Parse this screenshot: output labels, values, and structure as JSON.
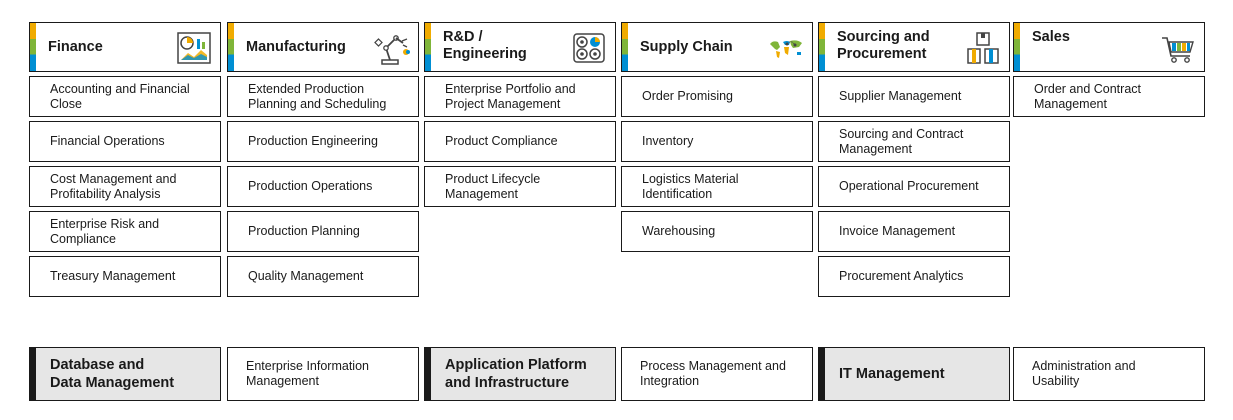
{
  "columns": [
    {
      "title": "Finance",
      "icon": "analytics-dashboard-icon",
      "items": [
        "Accounting and Financial\nClose",
        "Financial Operations",
        "Cost Management and\nProfitability Analysis",
        "Enterprise Risk and\nCompliance",
        "Treasury  Management"
      ]
    },
    {
      "title": "Manufacturing",
      "icon": "robot-arm-icon",
      "items": [
        "Extended Production\nPlanning and Scheduling",
        "Production Engineering",
        "Production Operations",
        "Production Planning",
        "Quality Management"
      ]
    },
    {
      "title": "R&D /\nEngineering",
      "icon": "gears-icon",
      "items": [
        "Enterprise Portfolio and\nProject Management",
        "Product Compliance",
        "Product Lifecycle\nManagement"
      ]
    },
    {
      "title": "Supply Chain",
      "icon": "world-map-icon",
      "items": [
        "Order Promising",
        "Inventory",
        "Logistics Material\nIdentification",
        "Warehousing"
      ]
    },
    {
      "title": "Sourcing and\nProcurement",
      "icon": "stacked-boxes-icon",
      "items": [
        "Supplier Management",
        "Sourcing and Contract\nManagement",
        "Operational Procurement",
        "Invoice Management",
        "Procurement Analytics"
      ]
    },
    {
      "title": "Sales",
      "icon": "shopping-cart-icon",
      "items": [
        "Order and Contract\nManagement"
      ]
    }
  ],
  "bottom": [
    {
      "label": "Database and\nData Management",
      "shaded": true
    },
    {
      "label": "Enterprise Information\nManagement",
      "shaded": false
    },
    {
      "label": "Application Platform\nand Infrastructure",
      "shaded": true
    },
    {
      "label": "Process Management and\nIntegration",
      "shaded": false
    },
    {
      "label": "IT Management",
      "shaded": true
    },
    {
      "label": "Administration and\nUsability",
      "shaded": false
    }
  ],
  "colors": {
    "gold": "#f0ab00",
    "green": "#7fb539",
    "blue": "#008fd3",
    "shade": "#e6e6e6"
  }
}
